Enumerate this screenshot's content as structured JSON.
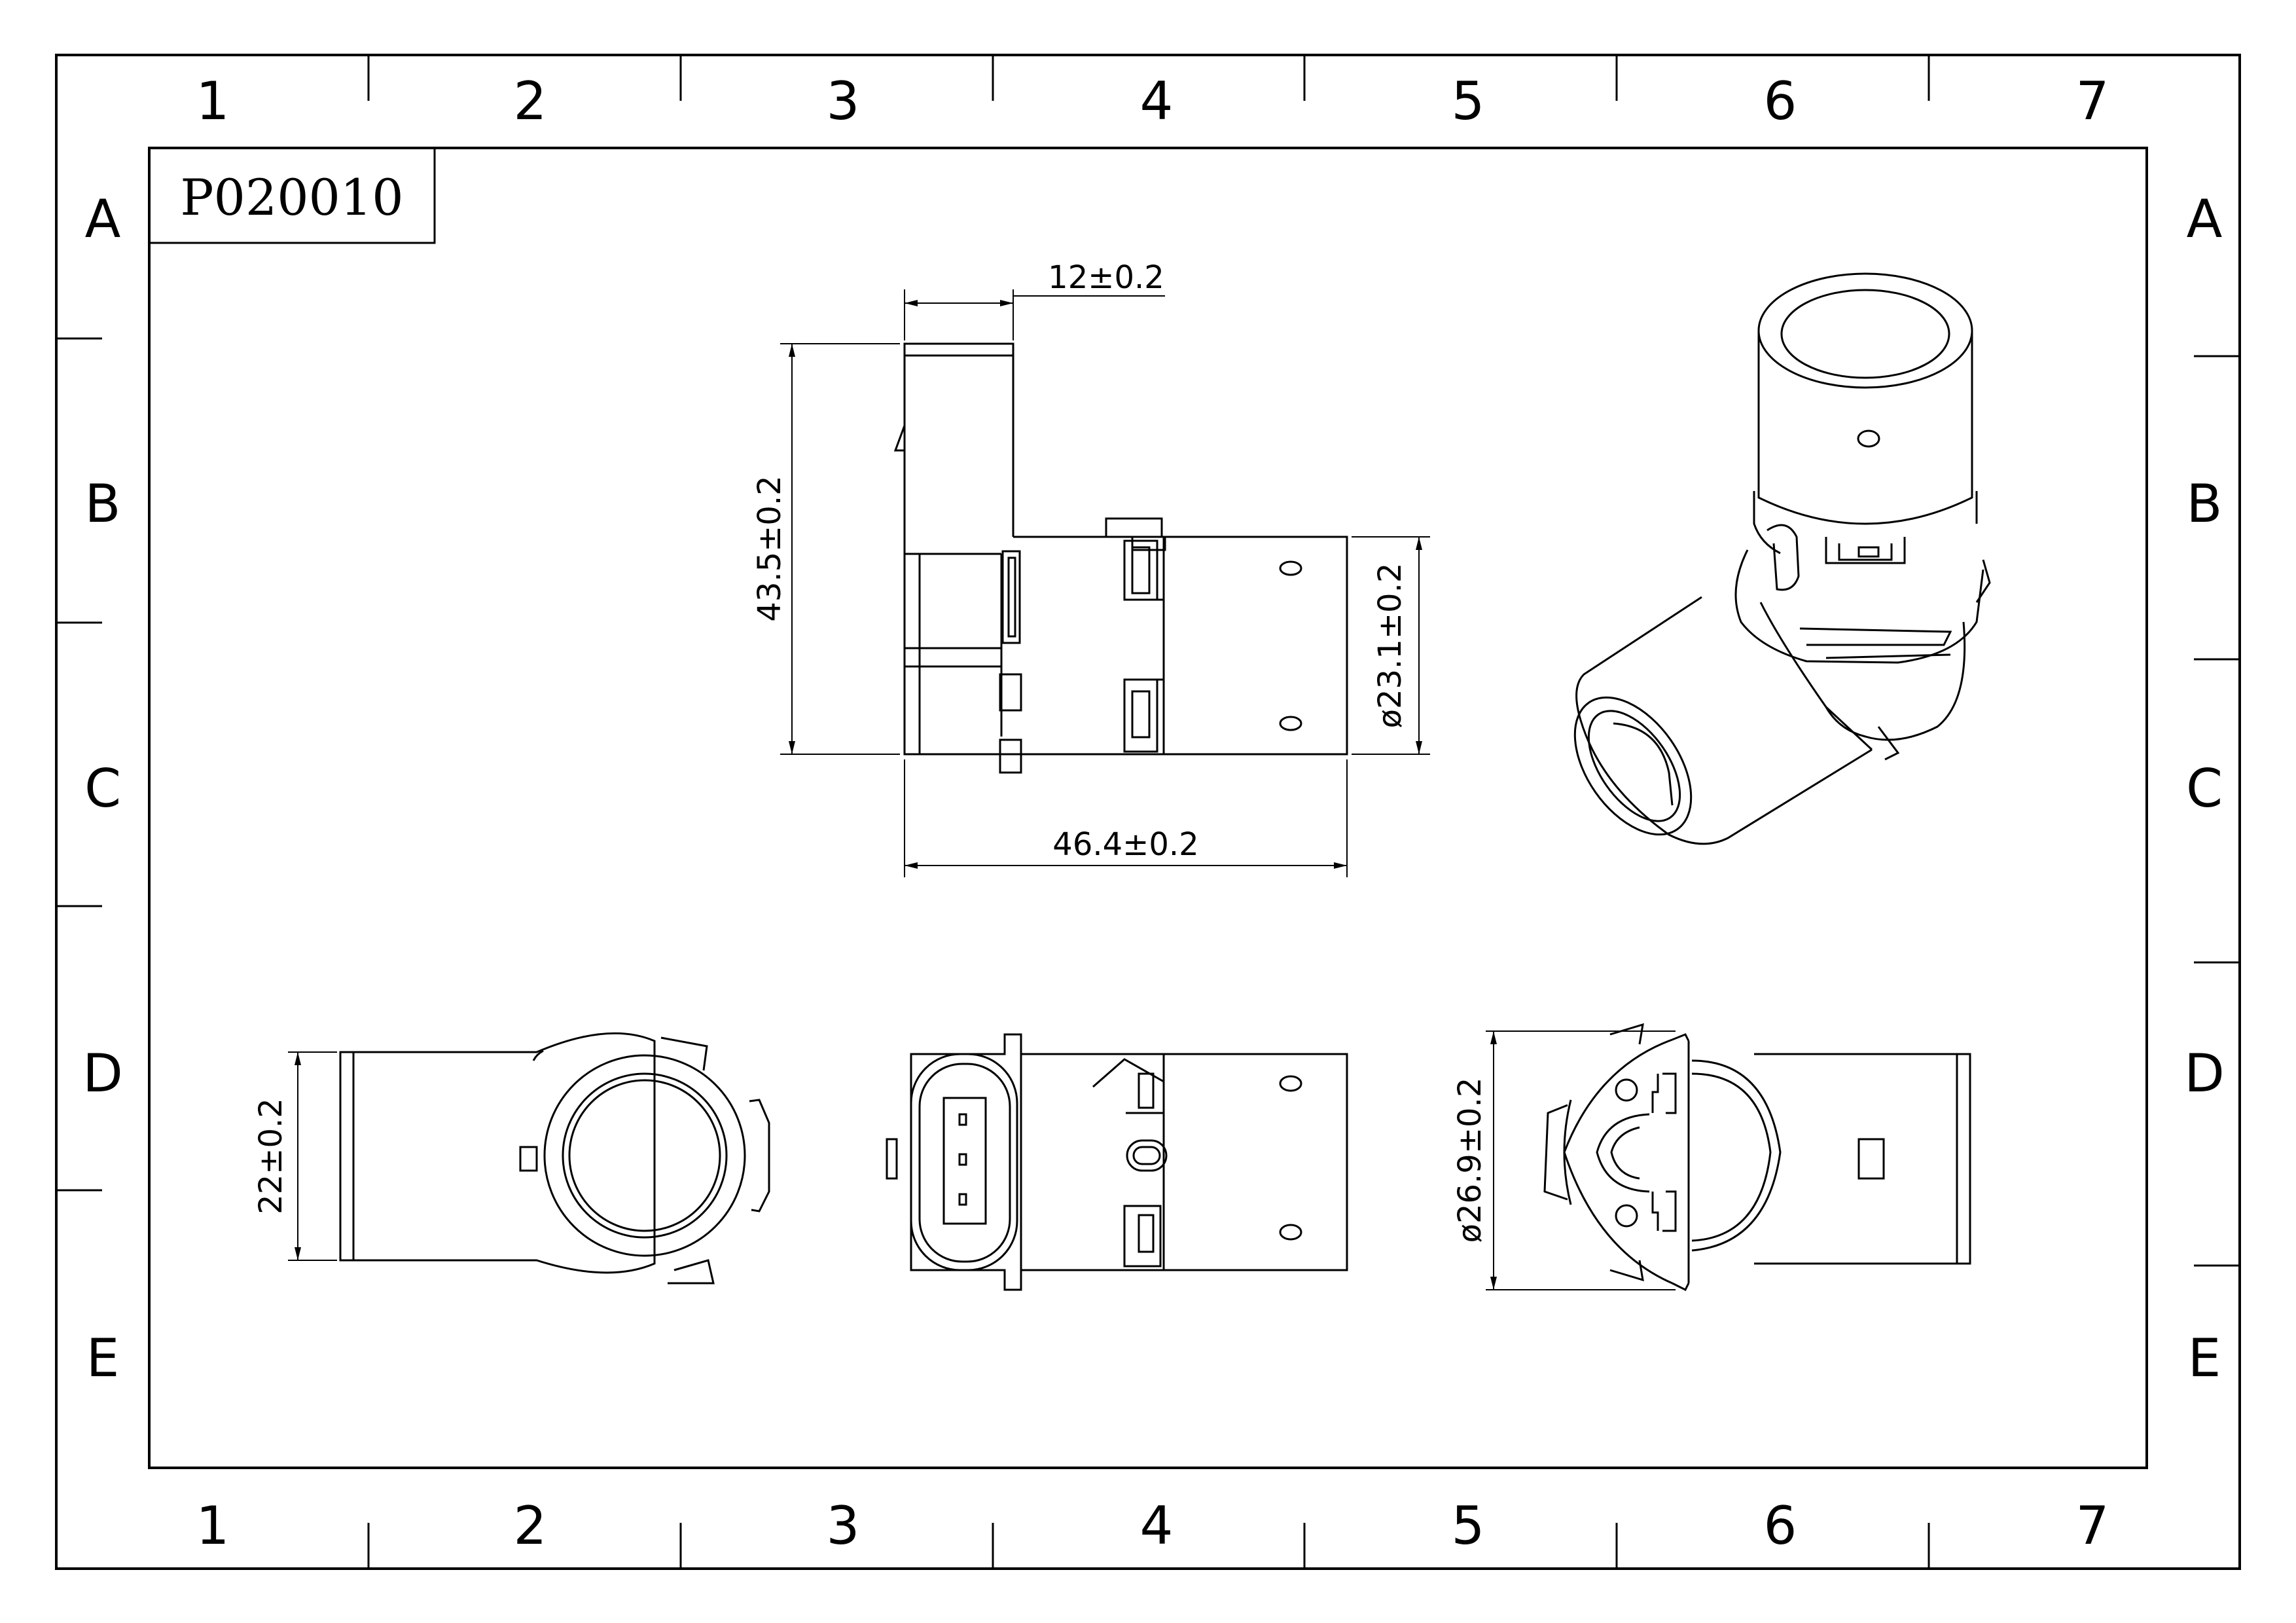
{
  "drawing": {
    "part_number": "P020010",
    "columns": [
      "1",
      "2",
      "3",
      "4",
      "5",
      "6",
      "7"
    ],
    "rows": [
      "A",
      "B",
      "C",
      "D",
      "E"
    ]
  },
  "dimensions": {
    "width_12": "12±0.2",
    "height_43_5": "43.5±0.2",
    "diameter_23_1": "ø23.1±0.2",
    "length_46_4": "46.4±0.2",
    "height_22": "22±0.2",
    "diameter_26_9": "ø26.9±0.2"
  }
}
